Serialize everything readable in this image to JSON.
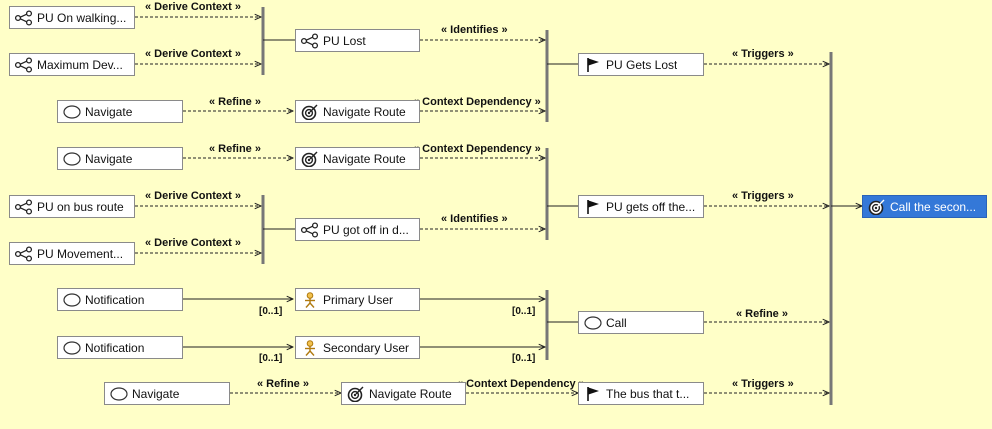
{
  "colors": {
    "background": "#ffffc8",
    "node_fill": "#ffffff",
    "node_border": "#8a8a8a",
    "selected_fill": "#3478d8",
    "connector": "#222222"
  },
  "nodes": {
    "pu_on_walking": {
      "label": "PU On walking...",
      "icon": "situation-icon"
    },
    "maximum_dev": {
      "label": "Maximum Dev...",
      "icon": "situation-icon"
    },
    "pu_lost": {
      "label": "PU Lost",
      "icon": "situation-icon"
    },
    "navigate_1": {
      "label": "Navigate",
      "icon": "capability-icon"
    },
    "navigate_route_1": {
      "label": "Navigate Route",
      "icon": "goal-icon"
    },
    "pu_gets_lost": {
      "label": "PU Gets Lost",
      "icon": "flag-icon"
    },
    "navigate_2": {
      "label": "Navigate",
      "icon": "capability-icon"
    },
    "navigate_route_2": {
      "label": "Navigate Route",
      "icon": "goal-icon"
    },
    "pu_on_bus_route": {
      "label": "PU on bus route",
      "icon": "situation-icon"
    },
    "pu_movement": {
      "label": "PU Movement...",
      "icon": "situation-icon"
    },
    "pu_got_off": {
      "label": "PU got off in d...",
      "icon": "situation-icon"
    },
    "pu_gets_off_the": {
      "label": "PU gets off the...",
      "icon": "flag-icon"
    },
    "call_the_second": {
      "label": "Call the secon...",
      "icon": "goal-icon"
    },
    "notification_1": {
      "label": "Notification",
      "icon": "capability-icon"
    },
    "primary_user": {
      "label": "Primary User",
      "icon": "actor-icon"
    },
    "notification_2": {
      "label": "Notification",
      "icon": "capability-icon"
    },
    "secondary_user": {
      "label": "Secondary User",
      "icon": "actor-icon"
    },
    "call": {
      "label": "Call",
      "icon": "capability-icon"
    },
    "navigate_3": {
      "label": "Navigate",
      "icon": "capability-icon"
    },
    "navigate_route_3": {
      "label": "Navigate Route",
      "icon": "goal-icon"
    },
    "the_bus_that": {
      "label": "The bus that t...",
      "icon": "flag-icon"
    }
  },
  "edge_labels": {
    "derive_context_1": "« Derive Context »",
    "derive_context_2": "« Derive Context »",
    "identifies_1": "« Identifies »",
    "refine_1": "« Refine »",
    "context_dependency_1": "« Context Dependency »",
    "triggers_1": "« Triggers »",
    "refine_2": "« Refine »",
    "context_dependency_2": "« Context Dependency »",
    "derive_context_3": "« Derive Context »",
    "derive_context_4": "« Derive Context »",
    "identifies_2": "« Identifies »",
    "triggers_2": "« Triggers »",
    "refine_3": "« Refine »",
    "refine_4": "« Refine »",
    "context_dependency_3": "« Context Dependency »",
    "triggers_3": "« Triggers »"
  },
  "multiplicities": {
    "m1": "[0..1]",
    "m2": "[0..1]",
    "m3": "[0..1]",
    "m4": "[0..1]"
  }
}
